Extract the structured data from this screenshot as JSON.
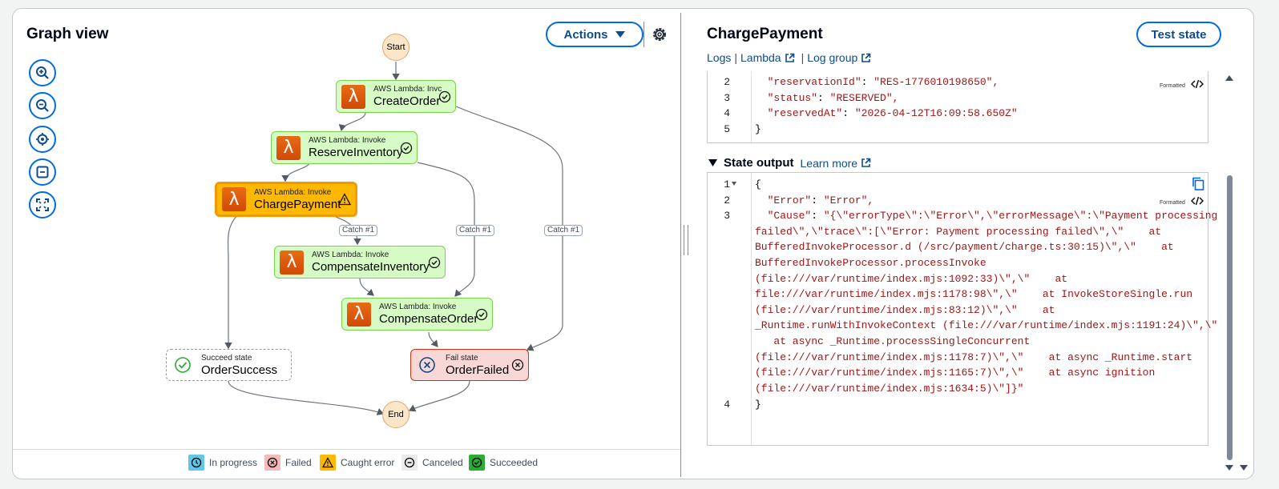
{
  "graph": {
    "title": "Graph view",
    "actions_label": "Actions",
    "start_label": "Start",
    "end_label": "End",
    "nodes": {
      "create_order": {
        "type": "AWS Lambda: Invc",
        "name": "CreateOrder"
      },
      "reserve_inventory": {
        "type": "AWS Lambda: Invoke",
        "name": "ReserveInventory"
      },
      "charge_payment": {
        "type": "AWS Lambda: Invoke",
        "name": "ChargePayment"
      },
      "compensate_inventory": {
        "type": "AWS Lambda: Invoke",
        "name": "CompensateInventory"
      },
      "compensate_order": {
        "type": "AWS Lambda: Invoke",
        "name": "CompensateOrder"
      },
      "order_success": {
        "type": "Succeed state",
        "name": "OrderSuccess"
      },
      "order_failed": {
        "type": "Fail state",
        "name": "OrderFailed"
      }
    },
    "catch_labels": [
      "Catch #1",
      "Catch #1",
      "Catch #1"
    ],
    "legend": [
      {
        "label": "In progress",
        "color": "#5fc7e8",
        "icon": "clock-icon"
      },
      {
        "label": "Failed",
        "color": "#f5b9b9",
        "icon": "x-circle-icon"
      },
      {
        "label": "Caught error",
        "color": "#ffb800",
        "icon": "warning-icon"
      },
      {
        "label": "Canceled",
        "color": "#e9ebed",
        "icon": "minus-circle-icon"
      },
      {
        "label": "Succeeded",
        "color": "#29ad32",
        "icon": "check-circle-icon"
      }
    ]
  },
  "detail": {
    "title": "ChargePayment",
    "test_state_label": "Test state",
    "links": {
      "logs": "Logs",
      "sep1": "|",
      "lambda": "Lambda",
      "sep2": "|",
      "log_group": "Log group"
    },
    "input_lines": [
      {
        "n": "2",
        "key": "\"reservationId\"",
        "val": "\"RES-1776010198650\","
      },
      {
        "n": "3",
        "key": "\"status\"",
        "val": "\"RESERVED\","
      },
      {
        "n": "4",
        "key": "\"reservedAt\"",
        "val": "\"2026-04-12T16:09:58.650Z\""
      },
      {
        "n": "5",
        "key": "}",
        "val": ""
      }
    ],
    "formatted_label": "Formatted",
    "output_title": "State output",
    "learn_more": "Learn more",
    "output": {
      "line1": "{",
      "line2_key": "\"Error\"",
      "line2_val": "\"Error\",",
      "line3_key": "\"Cause\"",
      "cause_lines": [
        "\"{\\\"errorType\\\":\\\"Error\\\",\\\"errorMessage\\\":\\\"Payment processing",
        "failed\\\",\\\"trace\\\":[\\\"Error: Payment processing failed\\\",\\\"    at",
        "BufferedInvokeProcessor.d (/src/payment/charge.ts:30:15)\\\",\\\"    at",
        "BufferedInvokeProcessor.processInvoke",
        "(file:///var/runtime/index.mjs:1092:33)\\\",\\\"    at",
        "file:///var/runtime/index.mjs:1178:98\\\",\\\"    at InvokeStoreSingle.run",
        "(file:///var/runtime/index.mjs:83:12)\\\",\\\"    at",
        "_Runtime.runWithInvokeContext (file:///var/runtime/index.mjs:1191:24)\\\",\\\"",
        "   at async _Runtime.processSingleConcurrent",
        "(file:///var/runtime/index.mjs:1178:7)\\\",\\\"    at async _Runtime.start",
        "(file:///var/runtime/index.mjs:1165:7)\\\",\\\"    at async ignition",
        "(file:///var/runtime/index.mjs:1634:5)\\\"]}\""
      ],
      "line4": "}",
      "line_numbers": [
        "1",
        "2",
        "3",
        "4"
      ]
    }
  }
}
